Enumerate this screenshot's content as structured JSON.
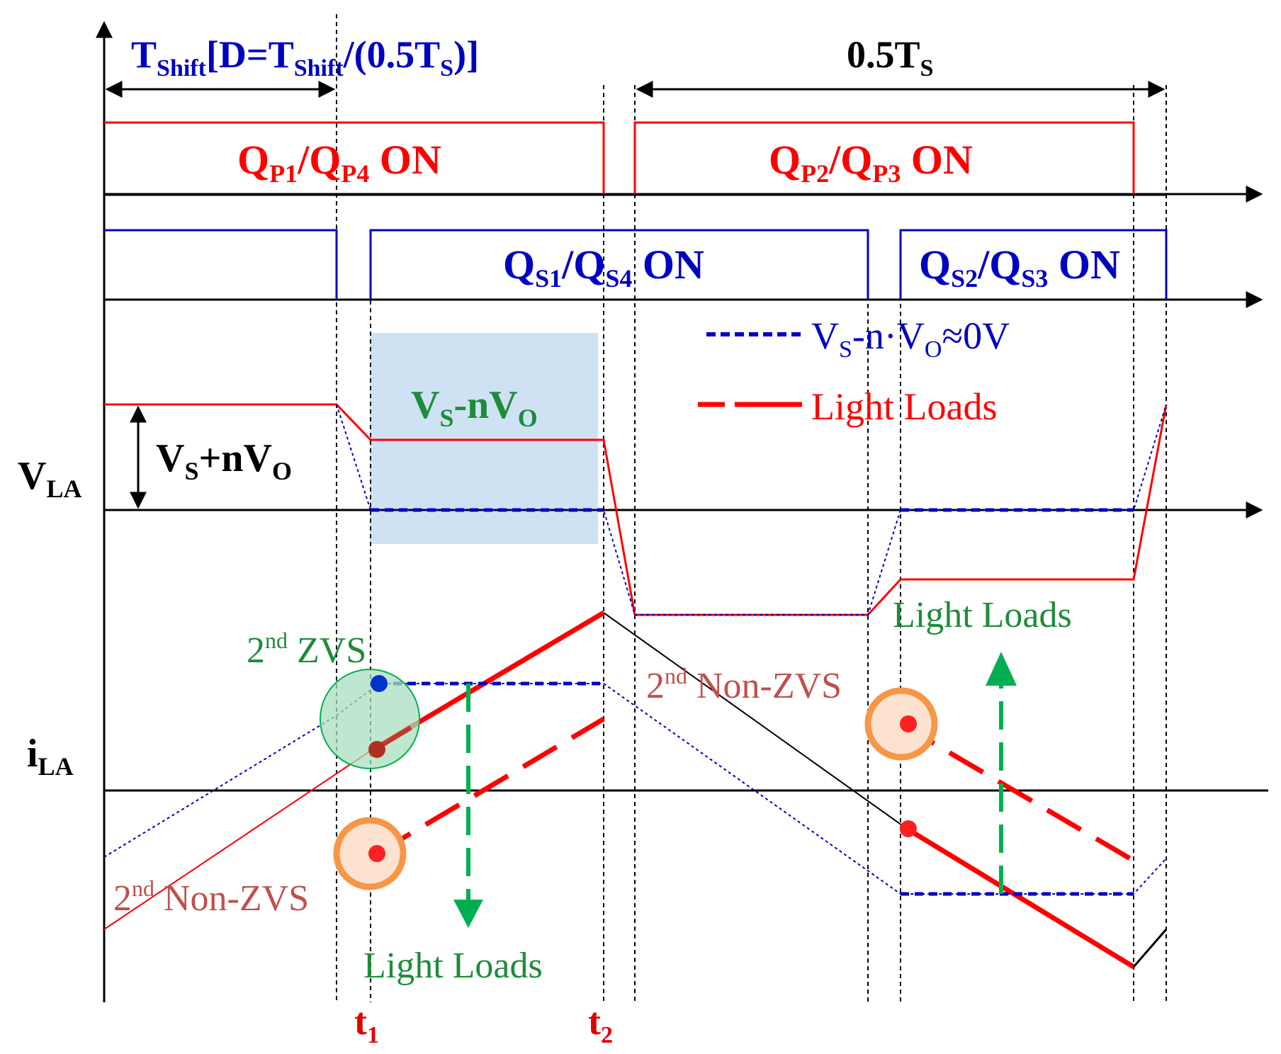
{
  "colors": {
    "black": "#000000",
    "red": "#ff0000",
    "blue": "#0000c0",
    "green": "#00b050",
    "green_text": "#1e8c3a",
    "brown": "#c0504d",
    "shade": "#cfe2f3",
    "orange": "#f79646",
    "orange_fill": "#fde2cf",
    "zvs_fill": "#a9dfbf"
  },
  "labels": {
    "tshift_main": "T",
    "tshift_sub": "Shift",
    "tshift_mid": "[D=T",
    "tshift_sub2": "Shift",
    "tshift_tail": "/(0.5T",
    "tshift_sub3": "S",
    "tshift_end": ")]",
    "half_ts_main": "0.5T",
    "half_ts_sub": "S",
    "qp14_q1": "Q",
    "qp14_s1": "P1",
    "qp14_mid": "/Q",
    "qp14_s2": "P4",
    "qp14_on": " ON",
    "qp23_q1": "Q",
    "qp23_s1": "P2",
    "qp23_mid": "/Q",
    "qp23_s2": "P3",
    "qp23_on": " ON",
    "qs14_q1": "Q",
    "qs14_s1": "S1",
    "qs14_mid": "/Q",
    "qs14_s2": "S4",
    "qs14_on": " ON",
    "qs23_q1": "Q",
    "qs23_s1": "S2",
    "qs23_mid": "/Q",
    "qs23_s2": "S3",
    "qs23_on": " ON",
    "legend_blue_v": "V",
    "legend_blue_s": "S",
    "legend_blue_mid": "-n·V",
    "legend_blue_o": "O",
    "legend_blue_end": "≈0V",
    "legend_red": "Light Loads",
    "vla_main": "V",
    "vla_sub": "LA",
    "vs_plus_v": "V",
    "vs_plus_s": "S",
    "vs_plus_mid": "+nV",
    "vs_plus_o": "O",
    "vs_minus_v": "V",
    "vs_minus_s": "S",
    "vs_minus_mid": "-nV",
    "vs_minus_o": "O",
    "ila_main": "i",
    "ila_sub": "LA",
    "zvs_2nd": "2",
    "zvs_nd": "nd",
    "zvs_text": " ZVS",
    "nonzvs_mid_2": "2",
    "nonzvs_mid_nd": "nd",
    "nonzvs_mid_text": " Non-ZVS",
    "nonzvs_left_2": "2",
    "nonzvs_left_nd": "nd",
    "nonzvs_left_text": " Non-ZVS",
    "light_loads_bottom": "Light Loads",
    "light_loads_right": "Light Loads",
    "t1_main": "t",
    "t1_sub": "1",
    "t2_main": "t",
    "t2_sub": "2"
  }
}
